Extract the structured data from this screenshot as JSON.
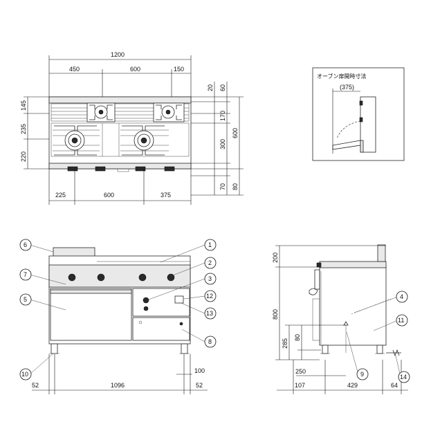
{
  "top_view": {
    "width_total": "1200",
    "width_left": "450",
    "width_mid": "600",
    "width_right": "150",
    "bottom_left": "225",
    "bottom_mid": "600",
    "bottom_right": "375",
    "left_145": "145",
    "left_235": "235",
    "left_220": "220",
    "right_20": "20",
    "right_60": "60",
    "right_170": "170",
    "right_300": "300",
    "right_70": "70",
    "right_80": "80",
    "depth_600": "600"
  },
  "inset": {
    "title": "オーブン扉開時寸法",
    "dim": "(375)"
  },
  "front_view": {
    "bottom_52_left": "52",
    "bottom_1096": "1096",
    "bottom_52_right": "52",
    "dim_100": "100",
    "callouts": [
      "1",
      "2",
      "3",
      "5",
      "6",
      "7",
      "8",
      "10",
      "12",
      "13"
    ]
  },
  "side_view": {
    "dim_200": "200",
    "dim_800": "800",
    "dim_285": "285",
    "dim_80": "80",
    "dim_250": "250",
    "bottom_107": "107",
    "bottom_429": "429",
    "bottom_64": "64",
    "callouts": [
      "4",
      "9",
      "11",
      "14"
    ]
  }
}
